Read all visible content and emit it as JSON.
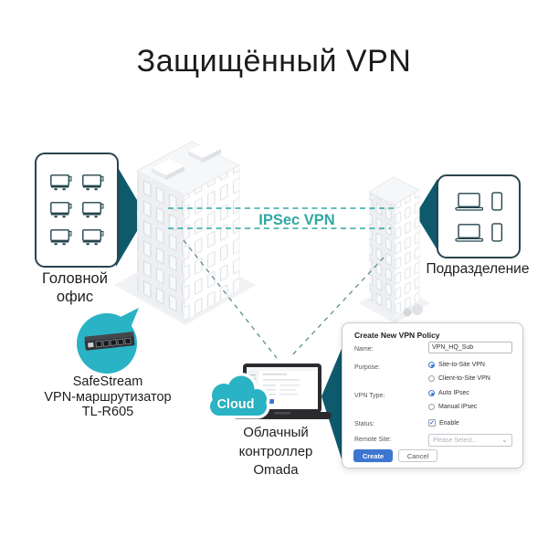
{
  "title": "Защищённый VPN",
  "colors": {
    "dark_teal": "#0e5a6c",
    "teal": "#2fa8a3",
    "cyan": "#29b3c4",
    "accent_blue": "#3d76d1"
  },
  "head_office": {
    "label": "Головной офис"
  },
  "branch": {
    "label": "Подразделение"
  },
  "tunnel": {
    "label": "IPSec VPN"
  },
  "router": {
    "line1": "SafeStream",
    "line2": "VPN-маршрутизатор",
    "line3": "TL-R605"
  },
  "cloud": {
    "badge": "Cloud",
    "line1": "Облачный",
    "line2": "контроллер",
    "line3": "Omada"
  },
  "dialog": {
    "title": "Create New VPN Policy",
    "name_label": "Name:",
    "name_value": "VPN_HQ_Sub",
    "purpose_label": "Purpose:",
    "purpose_options": [
      "Site-to-Site VPN",
      "Client-to-Site VPN"
    ],
    "vpn_type_label": "VPN Type:",
    "vpn_type_options": [
      "Auto IPsec",
      "Manual IPsec"
    ],
    "status_label": "Status:",
    "status_value": "Enable",
    "remote_site_label": "Remote Site:",
    "remote_site_value": "Please Select...",
    "create_label": "Create",
    "cancel_label": "Cancel"
  },
  "icons": {
    "dropdown_chevron": "⌄",
    "checkbox_check": "✓"
  }
}
